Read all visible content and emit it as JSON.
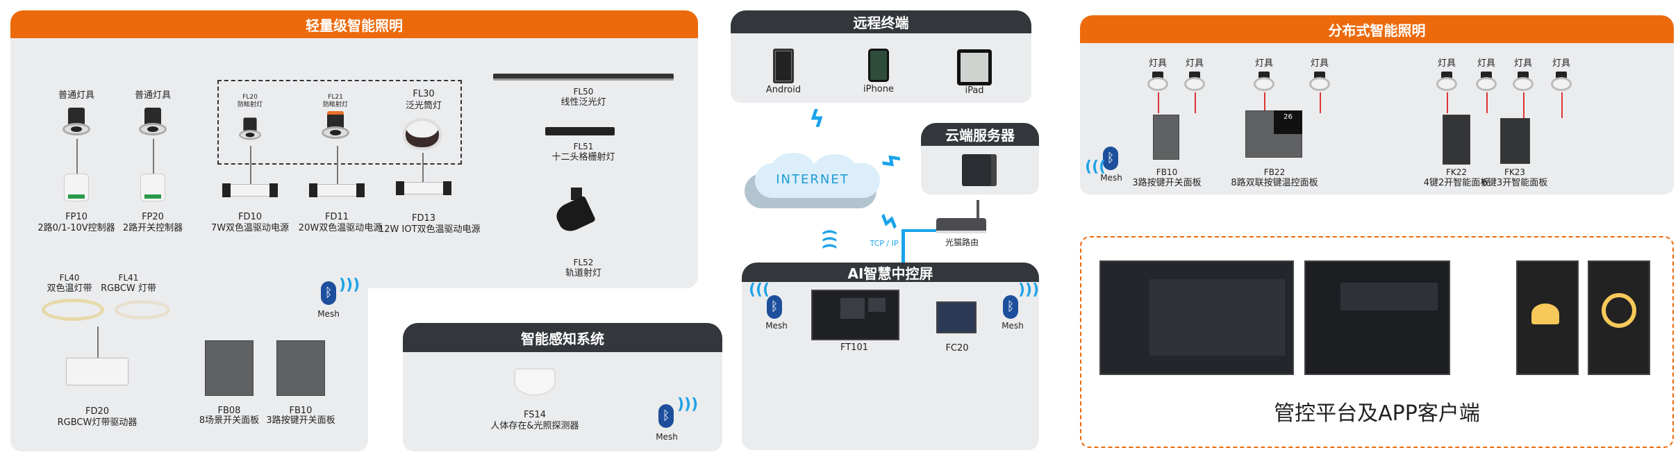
{
  "lightweight": {
    "title": "轻量级智能照明",
    "fixtures": [
      {
        "top": "普通灯具",
        "code": "FP10",
        "desc": "2路0/1-10V控制器"
      },
      {
        "top": "普通灯具",
        "code": "FP20",
        "desc": "2路开关控制器"
      }
    ],
    "group": [
      {
        "code": "FL20",
        "name": "防眩射灯",
        "driver_code": "FD10",
        "driver": "7W双色温驱动电源"
      },
      {
        "code": "FL21",
        "name": "防眩射灯",
        "driver_code": "FD11",
        "driver": "20W双色温驱动电源"
      },
      {
        "code": "FL30",
        "name": "泛光筒灯",
        "driver_code": "FD13",
        "driver": "12W  IOT双色温驱动电源"
      }
    ],
    "linear": [
      {
        "code": "FL50",
        "name": "线性泛光灯"
      },
      {
        "code": "FL51",
        "name": "十二头格栅射灯"
      },
      {
        "code": "FL52",
        "name": "轨道射灯"
      }
    ],
    "strips": [
      {
        "code": "FL40",
        "name": "双色温灯带"
      },
      {
        "code": "FL41",
        "name": "RGBCW 灯带"
      }
    ],
    "strip_driver": {
      "code": "FD20",
      "name": "RGBCW灯带驱动器"
    },
    "panels": [
      {
        "code": "FB08",
        "name": "8场景开关面板"
      },
      {
        "code": "FB10",
        "name": "3路按键开关面板"
      }
    ],
    "mesh": "Mesh"
  },
  "sensing": {
    "title": "智能感知系统",
    "device": {
      "code": "FS14",
      "name": "人体存在&光照探测器"
    },
    "mesh": "Mesh"
  },
  "remote": {
    "title": "远程终端",
    "devices": [
      "Android",
      "iPhone",
      "iPad"
    ]
  },
  "internet": "INTERNET",
  "cloud": {
    "title": "云端服务器"
  },
  "router": {
    "label": "光猫路由"
  },
  "tcp": "TCP / IP",
  "central": {
    "title": "AI智慧中控屏",
    "devices": [
      "FT101",
      "FC20"
    ],
    "mesh_left": "Mesh",
    "mesh_right": "Mesh"
  },
  "distributed": {
    "title": "分布式智能照明",
    "lamp_label": "灯具",
    "panels": [
      {
        "code": "FB10",
        "name": "3路按键开关面板"
      },
      {
        "code": "FB22",
        "name": "8路双联按键温控面板"
      },
      {
        "code": "FK22",
        "name": "4键2开智能面板"
      },
      {
        "code": "FK23",
        "name": "6键3开智能面板"
      }
    ],
    "thermo_reading": "26",
    "mesh": "Mesh"
  },
  "platform": {
    "title": "管控平台及APP客户端"
  },
  "colors": {
    "orange": "#ec6a0c",
    "dark": "#33373b",
    "blue": "#19a3ea",
    "panel": "#ebecee"
  }
}
